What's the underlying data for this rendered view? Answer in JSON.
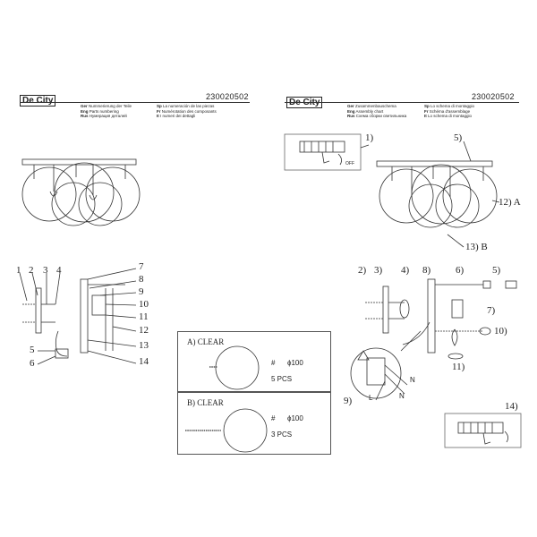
{
  "brand": "De City",
  "left_page": {
    "code": "230020502",
    "legend_left": [
      {
        "lang": "Ger",
        "text": "Nummerierung der Teile"
      },
      {
        "lang": "Eng",
        "text": "Parts numbering"
      },
      {
        "lang": "Rus",
        "text": "Нумерация деталей"
      }
    ],
    "legend_right": [
      {
        "lang": "Sp",
        "text": "La numeración de las piezas"
      },
      {
        "lang": "Fr",
        "text": "Numérotation des composants"
      },
      {
        "lang": "It",
        "text": "I numeri dei dettagli"
      }
    ],
    "part_numbers_left": [
      "1",
      "2",
      "3",
      "4",
      "5",
      "6"
    ],
    "part_numbers_right": [
      "7",
      "8",
      "9",
      "10",
      "11",
      "12",
      "13",
      "14"
    ]
  },
  "right_page": {
    "code": "230020502",
    "legend_left": [
      {
        "lang": "Ger",
        "text": "Zusammenbauschema"
      },
      {
        "lang": "Eng",
        "text": "Assembly chart"
      },
      {
        "lang": "Rus",
        "text": "Схема сборки светильника"
      }
    ],
    "legend_right": [
      {
        "lang": "Sp",
        "text": "Lo schema di montaggio"
      },
      {
        "lang": "Fr",
        "text": "Schéma d'assemblage"
      },
      {
        "lang": "It",
        "text": "Lo schema di montaggio"
      }
    ],
    "step_labels": {
      "s1": "1)",
      "s5a": "5)",
      "s12": "12)  A",
      "s13": "13)  B",
      "s2": "2)",
      "s3": "3)",
      "s4": "4)",
      "s8": "8)",
      "s6": "6)",
      "s5b": "5)",
      "s7": "7)",
      "s10": "10)",
      "s11": "11)",
      "s9": "9)",
      "s14": "14)",
      "off": "OFF",
      "n1": "N",
      "n2": "N",
      "l": "L"
    }
  },
  "spec_a": {
    "label": "A)   CLEAR",
    "hash": "#",
    "diameter": "ϕ100",
    "qty": "5 PCS"
  },
  "spec_b": {
    "label": "B)   CLEAR",
    "hash": "#",
    "diameter": "ϕ100",
    "qty": "3 PCS"
  }
}
